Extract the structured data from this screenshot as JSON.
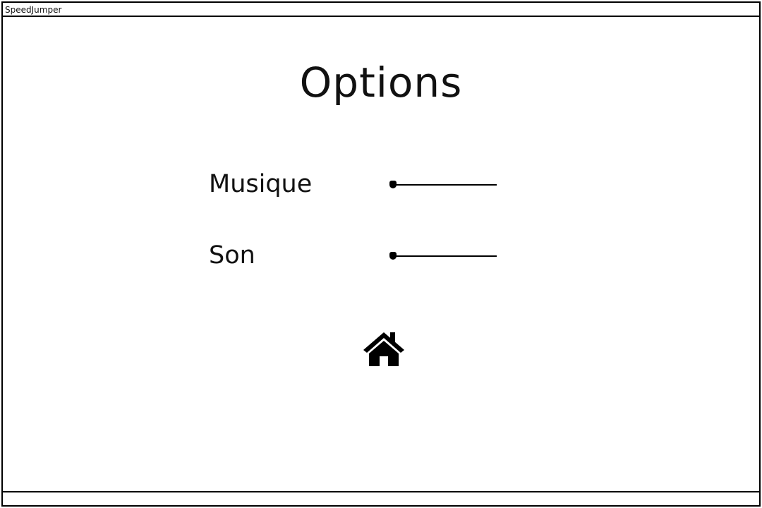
{
  "window": {
    "title": "SpeedJumper"
  },
  "screen": {
    "heading": "Options"
  },
  "settings": [
    {
      "label": "Musique",
      "level": 0
    },
    {
      "label": "Son",
      "level": 0
    }
  ],
  "home_button": {
    "icon": "home-icon"
  }
}
